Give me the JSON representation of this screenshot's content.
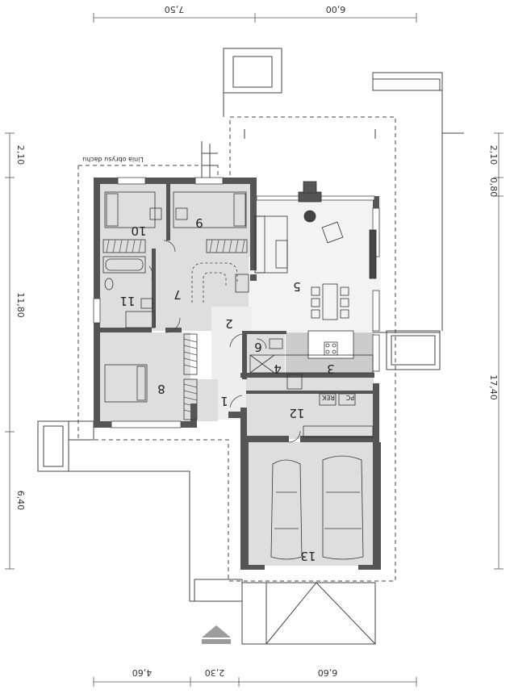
{
  "dimensions": {
    "top": [
      "7,50",
      "6,00"
    ],
    "bottom": [
      "4,60",
      "2,30",
      "6,60"
    ],
    "left": [
      "2,10",
      "11,80",
      "6,40"
    ],
    "right": [
      "2,10",
      "0,80",
      "17,40"
    ]
  },
  "roof_label": "Linia obrysu dachu",
  "rooms": [
    "1",
    "2",
    "3",
    "4",
    "5",
    "6",
    "7",
    "8",
    "9",
    "10",
    "11",
    "12",
    "13"
  ],
  "appliances": {
    "pc": "PC",
    "rek": "REK"
  },
  "colors": {
    "wall": "#555555",
    "room_fill": "#dedede",
    "living_fill": "#f3f3f3",
    "kitchen_fill": "#cccccc",
    "dash": "#444444"
  }
}
